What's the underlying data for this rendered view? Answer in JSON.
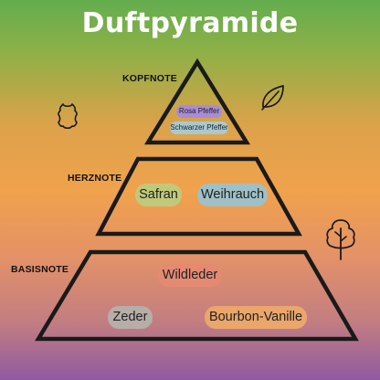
{
  "title": "Duftpyramide",
  "levels": {
    "top": {
      "label": "KOPFNOTE",
      "notes": [
        {
          "name": "Rosa Pfeffer",
          "color": "#a98bd6"
        },
        {
          "name": "Schwarzer Pfeffer",
          "color": "#a9c9cf"
        }
      ]
    },
    "heart": {
      "label": "HERZNOTE",
      "notes": [
        {
          "name": "Safran",
          "color": "#c0c97a"
        },
        {
          "name": "Weihrauch",
          "color": "#9fc0c6"
        }
      ]
    },
    "base": {
      "label": "BASISNOTE",
      "notes": [
        {
          "name": "Wildleder",
          "color": "#e48a72"
        },
        {
          "name": "Zeder",
          "color": "#b7aea8"
        },
        {
          "name": "Bourbon-Vanille",
          "color": "#eaa66b"
        }
      ]
    }
  },
  "icons": [
    "leather-hide-icon",
    "leaf-icon",
    "tree-icon"
  ]
}
